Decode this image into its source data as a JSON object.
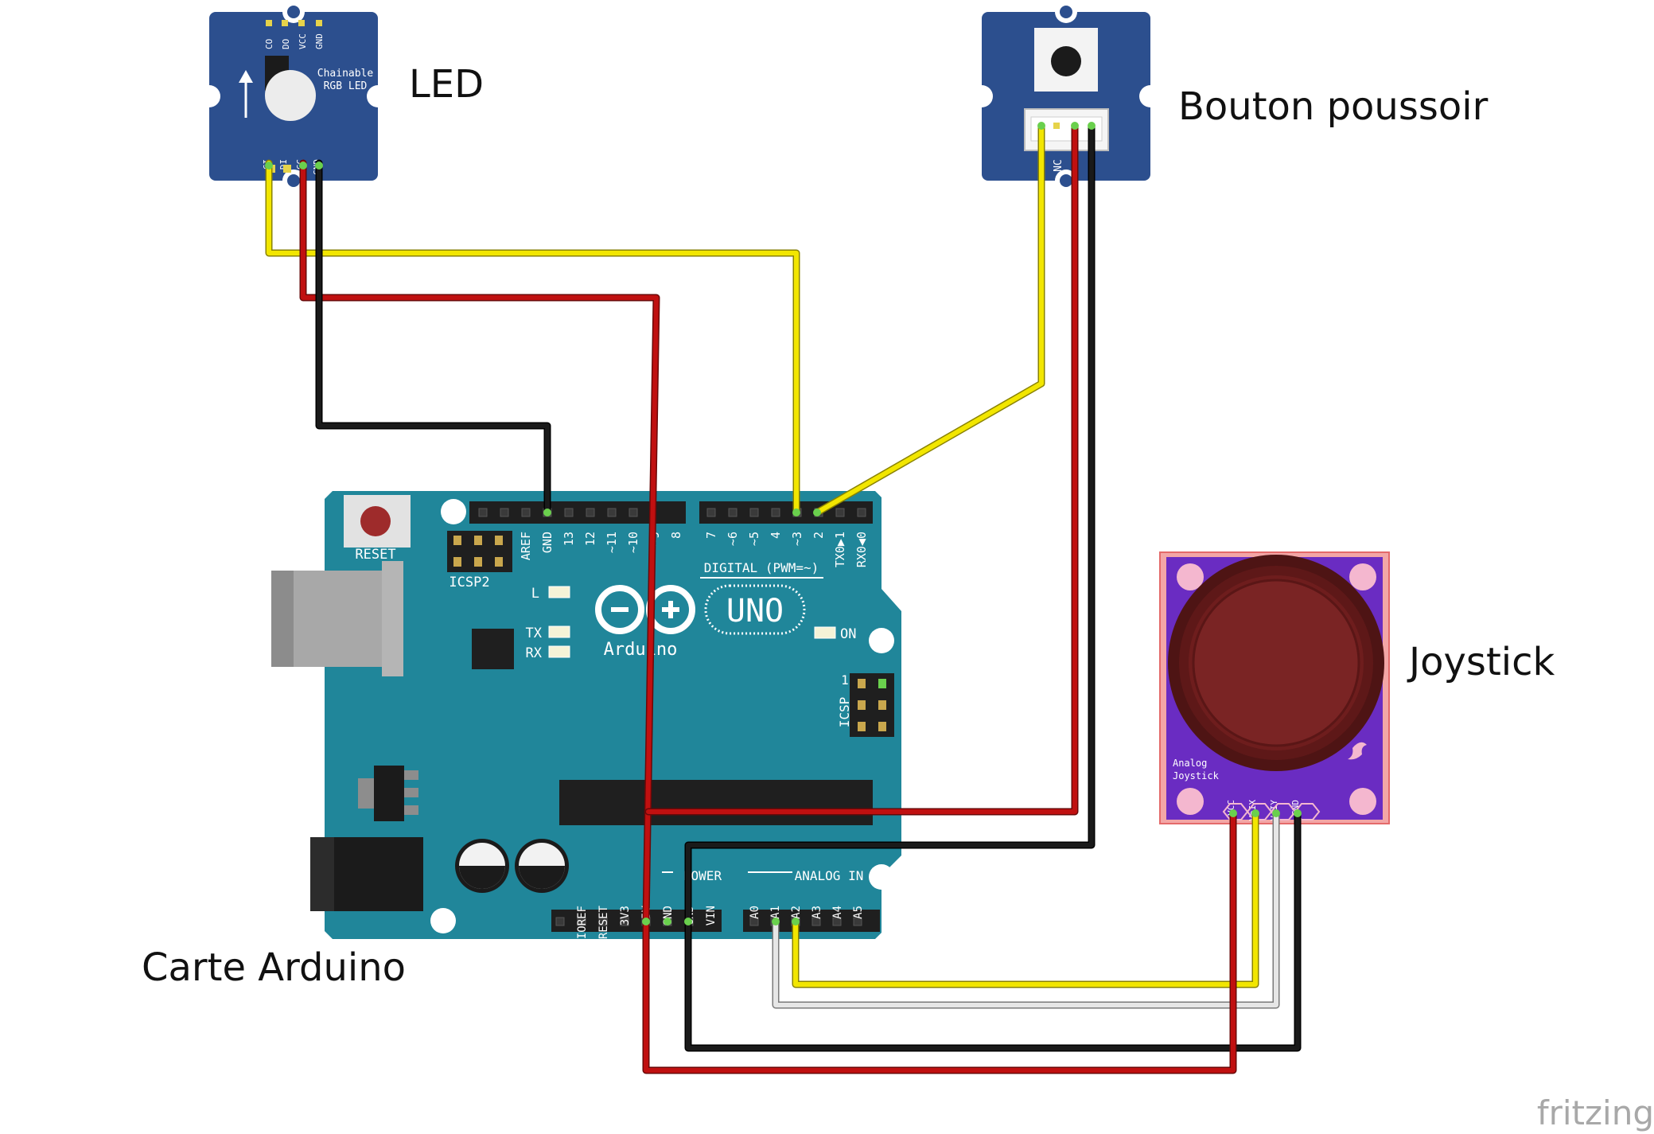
{
  "labels": {
    "led": "LED",
    "button": "Bouton poussoir",
    "joystick": "Joystick",
    "arduino": "Carte Arduino",
    "watermark": "fritzing"
  },
  "led_module": {
    "top_pins": [
      "CO",
      "DO",
      "VCC",
      "GND"
    ],
    "bottom_pins": [
      "CI",
      "DI",
      "VCC",
      "GND"
    ],
    "title_line1": "Chainable",
    "title_line2": "RGB LED"
  },
  "button_module": {
    "pin_label": "NC"
  },
  "joystick_module": {
    "text_line1": "Analog",
    "text_line2": "Joystick",
    "pins": [
      "VCC",
      "VaIX",
      "VaIY",
      "GND"
    ]
  },
  "arduino": {
    "reset": "RESET",
    "icsp2": "ICSP2",
    "icsp": "ICSP",
    "icsp_pin1": "1",
    "digital_label": "DIGITAL (PWM=~)",
    "top_left_pins": [
      "AREF",
      "GND",
      "13",
      "12",
      "~11",
      "~10",
      "~9",
      "8"
    ],
    "top_right_pins": [
      "7",
      "~6",
      "~5",
      "4",
      "~3",
      "2",
      "TX0▶1",
      "RX0◀0"
    ],
    "led_l": "L",
    "led_tx": "TX",
    "led_rx": "RX",
    "led_on": "ON",
    "logo_text": "Arduino",
    "uno": "UNO",
    "power_label": "POWER",
    "power_pins": [
      "IOREF",
      "RESET",
      "3V3",
      "5V",
      "GND",
      "GND",
      "VIN"
    ],
    "analog_label": "ANALOG IN",
    "analog_pins": [
      "A0",
      "A1",
      "A2",
      "A3",
      "A4",
      "A5"
    ]
  },
  "colors": {
    "wire_yellow": "#f2e600",
    "wire_red": "#c01010",
    "wire_black": "#1a1a1a",
    "wire_white": "#c8c8c8",
    "arduino_board": "#20869a",
    "grove_board": "#2c4f8e",
    "joystick_board": "#6a2cc2",
    "joystick_knob": "#6e1d1d"
  }
}
